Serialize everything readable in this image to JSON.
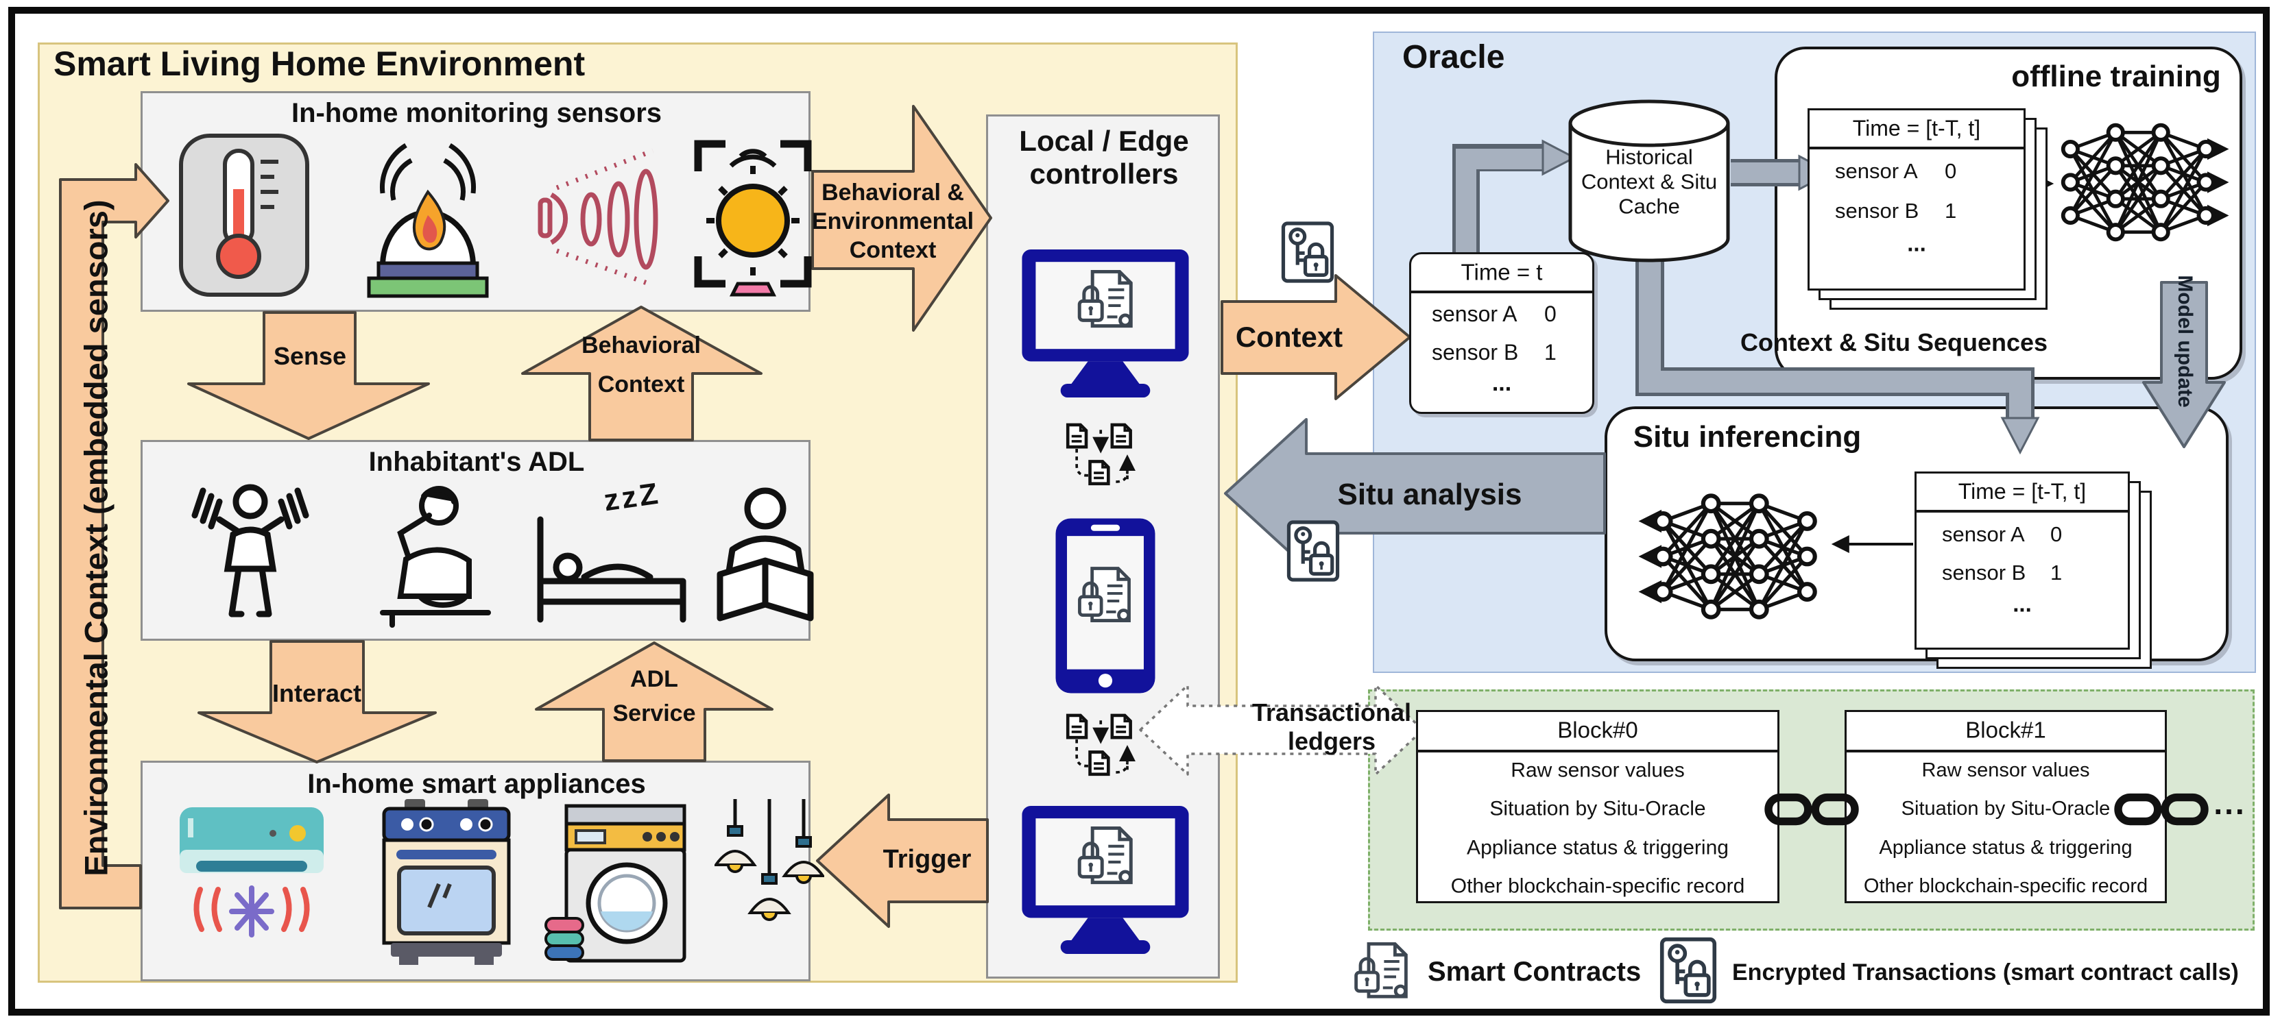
{
  "home": {
    "title": "Smart Living Home Environment",
    "env_context_label": "Environmental Context (embedded sensors)",
    "sensors_title": "In-home monitoring sensors",
    "adl_title": "Inhabitant's ADL",
    "appliances_title": "In-home smart appliances",
    "sleep_text": "zzZ"
  },
  "edge": {
    "title_line1": "Local / Edge",
    "title_line2": "controllers"
  },
  "arrows": {
    "sense": "Sense",
    "behavioral_context": [
      "Behavioral",
      "Context"
    ],
    "interact": "Interact",
    "adl_service": [
      "ADL",
      "Service"
    ],
    "trigger": "Trigger",
    "behavioral_env_context": [
      "Behavioral &",
      "Environmental",
      "Context"
    ],
    "context": "Context",
    "situ_analysis": "Situ analysis",
    "transactional_ledgers": [
      "Transactional",
      "ledgers"
    ],
    "model_update": "Model update",
    "context_situ_sequences": "Context & Situ Sequences"
  },
  "oracle": {
    "title": "Oracle",
    "cache_label": [
      "Historical",
      "Context & Situ",
      "Cache"
    ],
    "offline_training_title": "offline training",
    "situ_inferencing_title": "Situ inferencing",
    "time_t_table": {
      "header": "Time = t",
      "rows": [
        [
          "sensor A",
          "0"
        ],
        [
          "sensor B",
          "1"
        ]
      ],
      "ellipsis": "..."
    },
    "time_window_table": {
      "header": "Time = [t-T, t]",
      "rows": [
        [
          "sensor A",
          "0"
        ],
        [
          "sensor B",
          "1"
        ]
      ],
      "ellipsis": "..."
    }
  },
  "blockchain": {
    "blocks": [
      {
        "title": "Block#0",
        "rows": [
          "Raw sensor values",
          "Situation by Situ-Oracle",
          "Appliance status & triggering",
          "Other blockchain-specific record"
        ]
      },
      {
        "title": "Block#1",
        "rows": [
          "Raw sensor values",
          "Situation by Situ-Oracle",
          "Appliance status & triggering",
          "Other blockchain-specific record"
        ]
      }
    ],
    "ellipsis": "..."
  },
  "legend": {
    "smart_contracts": "Smart Contracts",
    "encrypted_transactions": "Encrypted Transactions (smart contract calls)"
  },
  "icons": [
    "thermometer-icon",
    "fire-alarm-icon",
    "motion-sensor-icon",
    "light-sensor-icon",
    "exercise-icon",
    "eating-icon",
    "sleeping-icon",
    "reading-icon",
    "ac-icon",
    "oven-icon",
    "washer-icon",
    "lamps-icon",
    "monitor-icon",
    "phone-icon",
    "doc-exchange-icon",
    "smart-contract-icon",
    "encrypted-transaction-icon",
    "database-icon",
    "neural-network-icon",
    "chain-link-icon"
  ],
  "colors": {
    "home_bg": "#FCF3D3",
    "panel_gray": "#F3F3F3",
    "oracle_bg": "#DAE6F5",
    "ledger_bg": "#DAE8D4",
    "ledger_border": "#7FB069",
    "arrow_peach": "#F9CA9E",
    "arrow_gray": "#A7B1BF",
    "device_navy": "#12129B"
  }
}
